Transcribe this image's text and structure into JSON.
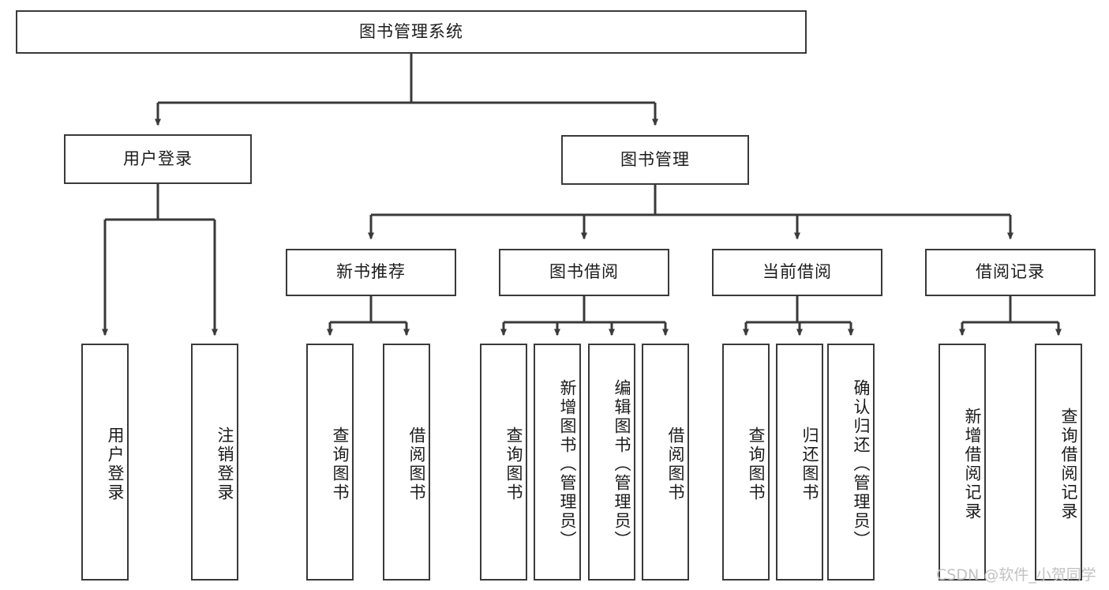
{
  "diagram": {
    "title": "图书管理系统",
    "type": "tree-hierarchy",
    "orientation": "top-down",
    "colors": {
      "node_border": "#3a3a3a",
      "node_fill": "#ffffff",
      "edge": "#3a3a3a",
      "text": "#1b1b1b",
      "watermark": "#c2c2c2",
      "background": "#ffffff"
    },
    "root": {
      "id": "root",
      "label": "图书管理系统"
    },
    "level2": [
      {
        "id": "n-user-login",
        "label": "用户登录"
      },
      {
        "id": "n-book-manage",
        "label": "图书管理"
      }
    ],
    "level3": [
      {
        "id": "n-new-book-rec",
        "label": "新书推荐"
      },
      {
        "id": "n-book-borrow",
        "label": "图书借阅"
      },
      {
        "id": "n-current-borrow",
        "label": "当前借阅"
      },
      {
        "id": "n-borrow-record",
        "label": "借阅记录"
      }
    ],
    "leaves": {
      "user_login": [
        {
          "id": "leaf-user-login",
          "label": "用户登录"
        },
        {
          "id": "leaf-logout-login",
          "label": "注销登录"
        }
      ],
      "new_book_rec": [
        {
          "id": "leaf-query-book-1",
          "label": "查询图书"
        },
        {
          "id": "leaf-borrow-book-1",
          "label": "借阅图书"
        }
      ],
      "book_borrow": [
        {
          "id": "leaf-query-book-2",
          "label": "查询图书"
        },
        {
          "id": "leaf-add-book",
          "label": "新增图书（管理员）"
        },
        {
          "id": "leaf-edit-book",
          "label": "编辑图书（管理员）"
        },
        {
          "id": "leaf-borrow-book-2",
          "label": "借阅图书"
        }
      ],
      "current_borrow": [
        {
          "id": "leaf-query-book-3",
          "label": "查询图书"
        },
        {
          "id": "leaf-return-book",
          "label": "归还图书"
        },
        {
          "id": "leaf-confirm-return",
          "label": "确认归还（管理员）"
        }
      ],
      "borrow_record": [
        {
          "id": "leaf-add-record",
          "label": "新增借阅记录"
        },
        {
          "id": "leaf-query-record",
          "label": "查询借阅记录"
        }
      ]
    }
  },
  "watermark": {
    "text": "CSDN @软件_小贺同学"
  }
}
